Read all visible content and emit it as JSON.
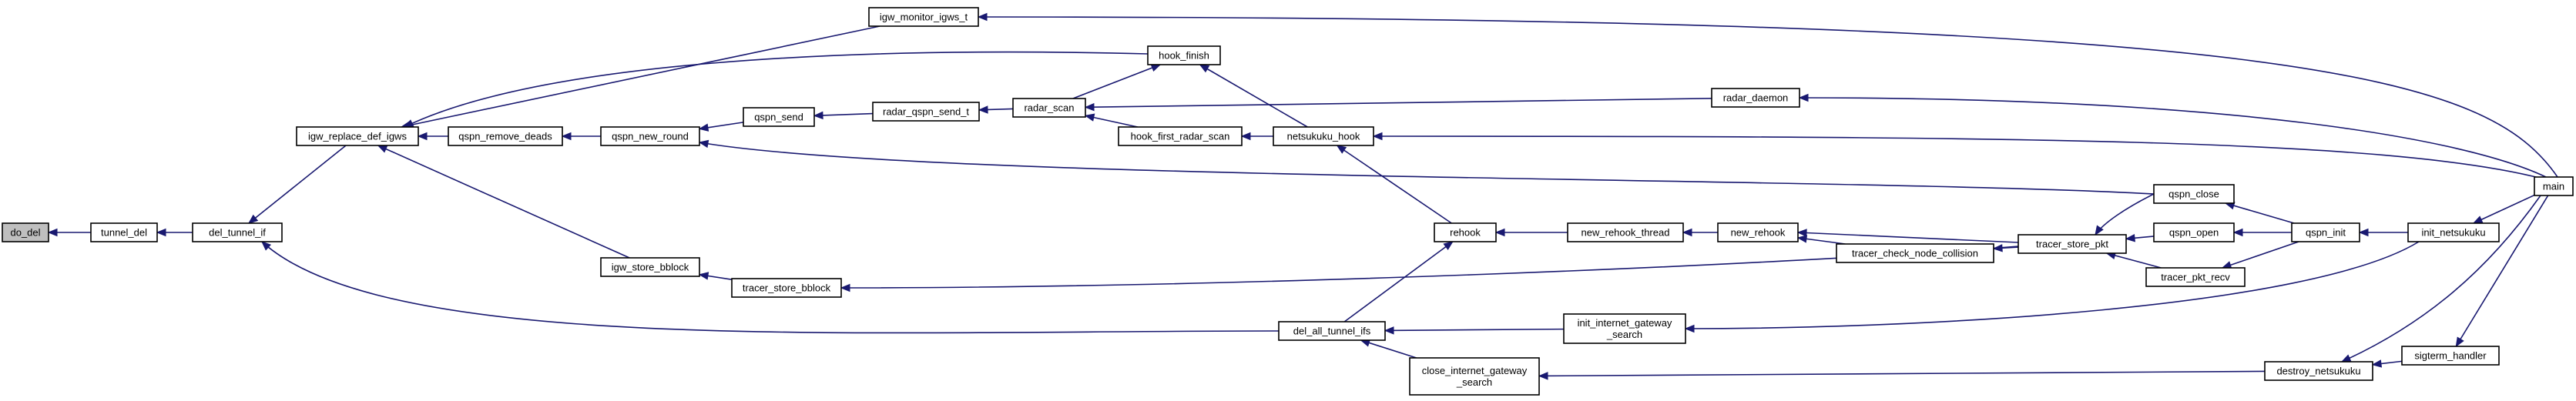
{
  "graph": {
    "type": "call-graph",
    "colors": {
      "edge": "#191970",
      "node_border": "#000000",
      "node_fill": "#ffffff",
      "highlight_fill": "#bfbfbf"
    },
    "nodes": [
      {
        "id": "do_del",
        "lines": [
          "do_del"
        ],
        "highlight": true
      },
      {
        "id": "tunnel_del",
        "lines": [
          "tunnel_del"
        ]
      },
      {
        "id": "del_tunnel_if",
        "lines": [
          "del_tunnel_if"
        ]
      },
      {
        "id": "igw_replace_def_igws",
        "lines": [
          "igw_replace_def_igws"
        ]
      },
      {
        "id": "igw_monitor_igws_t",
        "lines": [
          "igw_monitor_igws_t"
        ]
      },
      {
        "id": "hook_finish",
        "lines": [
          "hook_finish"
        ]
      },
      {
        "id": "qspn_remove_deads",
        "lines": [
          "qspn_remove_deads"
        ]
      },
      {
        "id": "qspn_new_round",
        "lines": [
          "qspn_new_round"
        ]
      },
      {
        "id": "qspn_send",
        "lines": [
          "qspn_send"
        ]
      },
      {
        "id": "radar_qspn_send_t",
        "lines": [
          "radar_qspn_send_t"
        ]
      },
      {
        "id": "radar_scan",
        "lines": [
          "radar_scan"
        ]
      },
      {
        "id": "hook_first_radar_scan",
        "lines": [
          "hook_first_radar_scan"
        ]
      },
      {
        "id": "netsukuku_hook",
        "lines": [
          "netsukuku_hook"
        ]
      },
      {
        "id": "radar_daemon",
        "lines": [
          "radar_daemon"
        ]
      },
      {
        "id": "igw_store_bblock",
        "lines": [
          "igw_store_bblock"
        ]
      },
      {
        "id": "tracer_store_bblock",
        "lines": [
          "tracer_store_bblock"
        ]
      },
      {
        "id": "rehook",
        "lines": [
          "rehook"
        ]
      },
      {
        "id": "new_rehook_thread",
        "lines": [
          "new_rehook_thread"
        ]
      },
      {
        "id": "new_rehook",
        "lines": [
          "new_rehook"
        ]
      },
      {
        "id": "tracer_check_node_collision",
        "lines": [
          "tracer_check_node_collision"
        ]
      },
      {
        "id": "tracer_store_pkt",
        "lines": [
          "tracer_store_pkt"
        ]
      },
      {
        "id": "qspn_close",
        "lines": [
          "qspn_close"
        ]
      },
      {
        "id": "qspn_open",
        "lines": [
          "qspn_open"
        ]
      },
      {
        "id": "tracer_pkt_recv",
        "lines": [
          "tracer_pkt_recv"
        ]
      },
      {
        "id": "qspn_init",
        "lines": [
          "qspn_init"
        ]
      },
      {
        "id": "init_netsukuku",
        "lines": [
          "init_netsukuku"
        ]
      },
      {
        "id": "main",
        "lines": [
          "main"
        ]
      },
      {
        "id": "del_all_tunnel_ifs",
        "lines": [
          "del_all_tunnel_ifs"
        ]
      },
      {
        "id": "init_internet_gateway_search",
        "lines": [
          "init_internet_gateway",
          "_search"
        ]
      },
      {
        "id": "close_internet_gateway_search",
        "lines": [
          "close_internet_gateway",
          "_search"
        ]
      },
      {
        "id": "destroy_netsukuku",
        "lines": [
          "destroy_netsukuku"
        ]
      },
      {
        "id": "sigterm_handler",
        "lines": [
          "sigterm_handler"
        ]
      }
    ],
    "edges": [
      {
        "from": "tunnel_del",
        "to": "do_del"
      },
      {
        "from": "del_tunnel_if",
        "to": "tunnel_del"
      },
      {
        "from": "igw_replace_def_igws",
        "to": "del_tunnel_if"
      },
      {
        "from": "del_all_tunnel_ifs",
        "to": "del_tunnel_if"
      },
      {
        "from": "igw_monitor_igws_t",
        "to": "igw_replace_def_igws"
      },
      {
        "from": "hook_finish",
        "to": "igw_replace_def_igws"
      },
      {
        "from": "qspn_remove_deads",
        "to": "igw_replace_def_igws"
      },
      {
        "from": "igw_store_bblock",
        "to": "igw_replace_def_igws"
      },
      {
        "from": "main",
        "to": "igw_monitor_igws_t"
      },
      {
        "from": "radar_scan",
        "to": "hook_finish"
      },
      {
        "from": "netsukuku_hook",
        "to": "hook_finish"
      },
      {
        "from": "qspn_new_round",
        "to": "qspn_remove_deads"
      },
      {
        "from": "qspn_send",
        "to": "qspn_new_round"
      },
      {
        "from": "qspn_close",
        "to": "qspn_new_round"
      },
      {
        "from": "radar_qspn_send_t",
        "to": "qspn_send"
      },
      {
        "from": "radar_scan",
        "to": "radar_qspn_send_t"
      },
      {
        "from": "radar_daemon",
        "to": "radar_scan"
      },
      {
        "from": "hook_first_radar_scan",
        "to": "radar_scan"
      },
      {
        "from": "netsukuku_hook",
        "to": "hook_first_radar_scan"
      },
      {
        "from": "main",
        "to": "netsukuku_hook"
      },
      {
        "from": "rehook",
        "to": "netsukuku_hook"
      },
      {
        "from": "tracer_store_bblock",
        "to": "igw_store_bblock"
      },
      {
        "from": "tracer_store_pkt",
        "to": "tracer_store_bblock"
      },
      {
        "from": "new_rehook_thread",
        "to": "rehook"
      },
      {
        "from": "del_all_tunnel_ifs",
        "to": "rehook"
      },
      {
        "from": "new_rehook",
        "to": "new_rehook_thread"
      },
      {
        "from": "tracer_store_pkt",
        "to": "new_rehook"
      },
      {
        "from": "tracer_check_node_collision",
        "to": "new_rehook"
      },
      {
        "from": "tracer_store_pkt",
        "to": "tracer_check_node_collision"
      },
      {
        "from": "qspn_close",
        "to": "tracer_store_pkt"
      },
      {
        "from": "qspn_open",
        "to": "tracer_store_pkt"
      },
      {
        "from": "tracer_pkt_recv",
        "to": "tracer_store_pkt"
      },
      {
        "from": "qspn_init",
        "to": "qspn_close"
      },
      {
        "from": "qspn_init",
        "to": "qspn_open"
      },
      {
        "from": "qspn_init",
        "to": "tracer_pkt_recv"
      },
      {
        "from": "init_netsukuku",
        "to": "qspn_init"
      },
      {
        "from": "main",
        "to": "init_netsukuku"
      },
      {
        "from": "init_internet_gateway_search",
        "to": "del_all_tunnel_ifs"
      },
      {
        "from": "close_internet_gateway_search",
        "to": "del_all_tunnel_ifs"
      },
      {
        "from": "init_netsukuku",
        "to": "init_internet_gateway_search"
      },
      {
        "from": "destroy_netsukuku",
        "to": "close_internet_gateway_search"
      },
      {
        "from": "main",
        "to": "destroy_netsukuku"
      },
      {
        "from": "sigterm_handler",
        "to": "destroy_netsukuku"
      },
      {
        "from": "main",
        "to": "sigterm_handler"
      },
      {
        "from": "main",
        "to": "radar_daemon"
      }
    ]
  }
}
